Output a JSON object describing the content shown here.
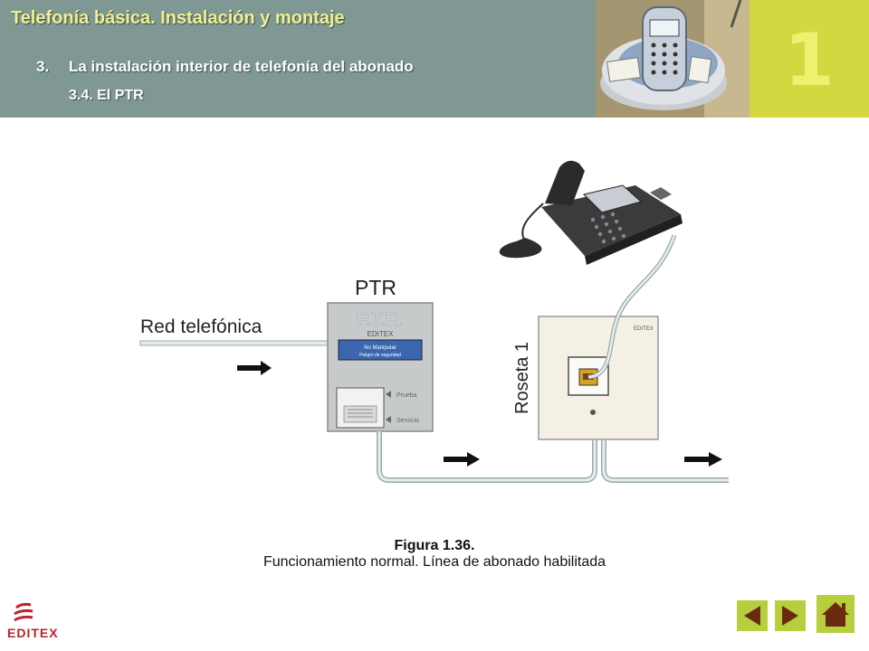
{
  "header": {
    "title": "Telefonía básica. Instalación y montaje",
    "section_number": "3.",
    "section_title": "La instalación interior de telefonía del abonado",
    "subsection": "3.4. El PTR"
  },
  "chapter": {
    "number": "1"
  },
  "diagram": {
    "ptr_title": "PTR",
    "network_label": "Red telefónica",
    "ptr_box_label": "P.T.R.",
    "ptr_brand": "EDITEX",
    "ptr_panel_line1": "No Manipular",
    "ptr_panel_line2": "Peligro de seguridad",
    "ptr_prueba": "Prueba",
    "ptr_servicio": "Servicio",
    "rosette_label": "Roseta 1",
    "rosette_brand": "EDITEX"
  },
  "caption": {
    "figure": "Figura 1.36.",
    "text": "Funcionamiento normal. Línea de abonado habilitada"
  },
  "logo": {
    "text": "EDITEX"
  },
  "nav": {
    "prev": "previous",
    "next": "next",
    "home": "home"
  },
  "colors": {
    "header_bg": "#7f9894",
    "title": "#f0f090",
    "chapter_bg": "#d4d840",
    "nav": "#b8ce3c",
    "logo": "#c0202a"
  }
}
